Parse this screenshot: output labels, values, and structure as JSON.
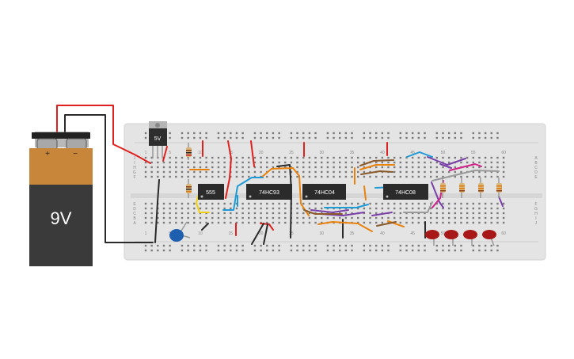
{
  "battery": {
    "label": "9V",
    "positive_symbol": "+",
    "negative_symbol": "−"
  },
  "regulator": {
    "label": "5V"
  },
  "chips": [
    {
      "label": "555"
    },
    {
      "label": "74HC93"
    },
    {
      "label": "74HC04"
    },
    {
      "label": "74HC08"
    }
  ],
  "breadboard": {
    "column_numbers_top": [
      "1",
      "5",
      "10",
      "15",
      "20",
      "25",
      "30",
      "35",
      "40",
      "45",
      "50",
      "55",
      "60"
    ],
    "column_numbers_bottom": [
      "1",
      "5",
      "10",
      "15",
      "20",
      "25",
      "30",
      "35",
      "40",
      "45",
      "50",
      "55",
      "60"
    ],
    "row_letters_top": [
      "J",
      "I",
      "H",
      "G",
      "F"
    ],
    "row_letters_right_top": [
      "A",
      "B",
      "C",
      "D",
      "E"
    ],
    "row_letters_bottom": [
      "E",
      "D",
      "C",
      "B",
      "A"
    ],
    "row_letters_right_bottom": [
      "F",
      "G",
      "H",
      "I",
      "J"
    ]
  },
  "colors": {
    "board": "#e6e6e6",
    "battery_body": "#3a3a3a",
    "battery_top": "#c8863a",
    "chip": "#2b2b2b",
    "wire_red": "#e0201e",
    "wire_black": "#2a2a2a",
    "wire_orange": "#e8820c",
    "wire_blue": "#1e9ad6",
    "wire_purple": "#7a3fa8",
    "wire_brown": "#8a5a2b",
    "wire_yellow": "#f0d010",
    "wire_magenta": "#d0208a",
    "wire_gray": "#9a9a9a",
    "led": "#a81818",
    "capacitor": "#1f5fb0"
  }
}
